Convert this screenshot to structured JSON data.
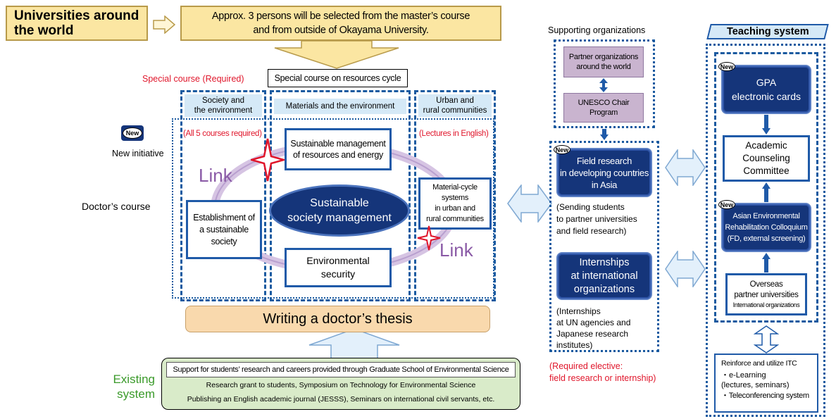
{
  "top": {
    "universities": "Universities around\nthe world",
    "selection": "Approx. 3 persons will be selected from the master’s course\nand from outside of Okayama University."
  },
  "special_course": {
    "label": "Special course (Required)",
    "name": "Special course on resources cycle"
  },
  "columns": {
    "col1": "Society and\nthe environment",
    "col2": "Materials and the environment",
    "col3": "Urban and\nrural communities"
  },
  "notes": {
    "all5": "(All 5 courses required)",
    "english": "(Lectures in English)"
  },
  "left_labels": {
    "new_badge": "New",
    "new_initiative": "New initiative",
    "doctor_course": "Doctor’s course"
  },
  "courses": {
    "sustainable_mgmt": "Sustainable management\nof resources and energy",
    "establishment": "Establishment of\na sustainable\nsociety",
    "center": "Sustainable\nsociety management",
    "material_cycle": "Material-cycle systems\nin urban and\nrural communities",
    "env_security": "Environmental\nsecurity"
  },
  "link_label": "Link",
  "thesis": "Writing a doctor’s thesis",
  "existing": {
    "label": "Existing\nsystem",
    "line1": "Support for students’ research and careers provided through Graduate School of Environmental Science",
    "line2": "Research grant to students, Symposium on Technology for Environmental Science",
    "line3": "Publishing an English academic journal (JESSS), Seminars on international civil servants, etc."
  },
  "supporting": {
    "title": "Supporting organizations",
    "partner": "Partner organizations\naround the world",
    "unesco": "UNESCO Chair\nProgram"
  },
  "middle": {
    "new_badge": "New",
    "field_research": "Field research\nin developing countries\nin Asia",
    "field_desc": "(Sending students\nto partner universities\nand field research)",
    "internships": "Internships\nat international\norganizations",
    "intern_desc": "(Internships\nat UN agencies and\nJapanese research\ninstitutes)",
    "required_elective": "(Required elective:\nfield research or internship)"
  },
  "teaching": {
    "title": "Teaching system",
    "new_badge1": "New",
    "gpa": "GPA\nelectronic cards",
    "academic": "Academic\nCounseling\nCommittee",
    "new_badge2": "New",
    "asian": "Asian Environmental\nRehabilitation Colloquium\n(FD, external screening)",
    "overseas_1": "Overseas\npartner universities",
    "overseas_2": "International organizations",
    "itc_title": "Reinforce and utilize ITC",
    "itc_1": "・e-Learning\n(lectures, seminars)",
    "itc_2": "・Teleconferencing system"
  },
  "colors": {
    "navy": "#15357a",
    "dotted_blue": "#1a5aa0",
    "yellow": "#fbe6a2",
    "peach": "#f9d9ad",
    "green_box": "#d9ebc9",
    "red": "#e0162b",
    "link_purple": "#8a5aa6"
  }
}
